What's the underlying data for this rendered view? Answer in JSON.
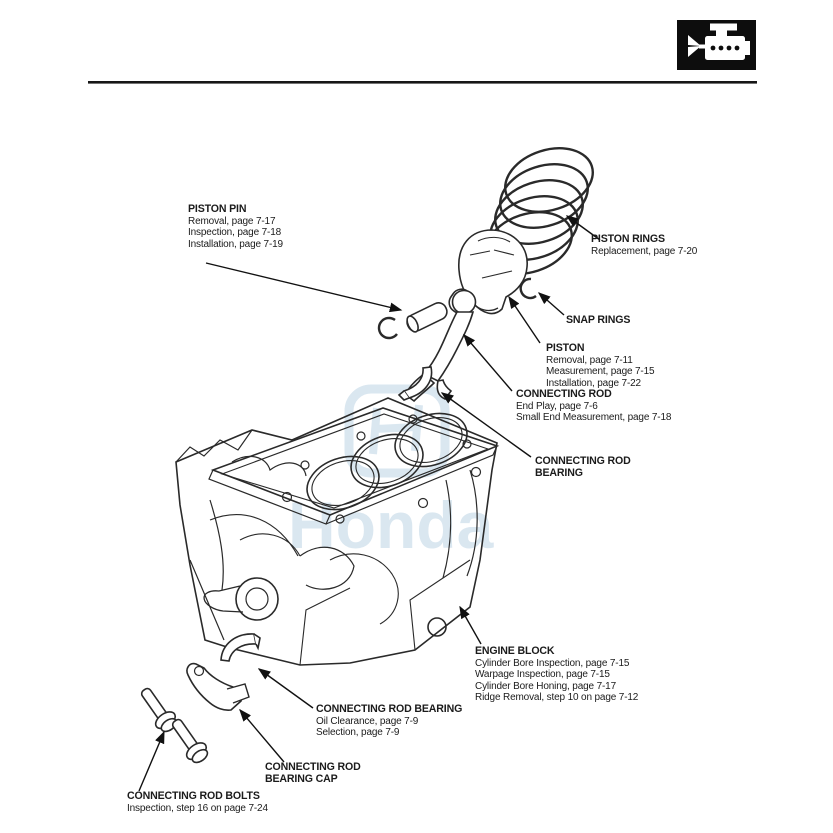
{
  "header": {
    "icon_name": "engine-icon",
    "icon_bg": "#0d0d0d",
    "rule_color": "#161616"
  },
  "watermark": {
    "text": "Honda",
    "color": "#b7d0e2"
  },
  "diagram": {
    "line_color": "#2a2a2a",
    "arrow_color": "#111111",
    "parts": [
      "piston-rings",
      "piston",
      "snap-ring-right",
      "snap-ring-left",
      "piston-pin",
      "connecting-rod",
      "connecting-rod-bearing-upper",
      "engine-block",
      "connecting-rod-bearing-lower",
      "connecting-rod-bearing-cap",
      "connecting-rod-bolts"
    ]
  },
  "callouts": {
    "piston_pin": {
      "title": "PISTON PIN",
      "lines": [
        "Removal, page 7-17",
        "Inspection, page 7-18",
        "Installation, page 7-19"
      ]
    },
    "piston_rings": {
      "title": "PISTON RINGS",
      "lines": [
        "Replacement, page 7-20"
      ]
    },
    "snap_rings": {
      "title": "SNAP RINGS",
      "lines": []
    },
    "piston": {
      "title": "PISTON",
      "lines": [
        "Removal, page 7-11",
        "Measurement, page 7-15",
        "Installation, page 7-22"
      ]
    },
    "connecting_rod": {
      "title": "CONNECTING ROD",
      "lines": [
        "End Play, page 7-6",
        "Small End Measurement, page 7-18"
      ]
    },
    "connecting_rod_bearing_upper": {
      "title": "CONNECTING ROD BEARING",
      "lines": []
    },
    "engine_block": {
      "title": "ENGINE BLOCK",
      "lines": [
        "Cylinder Bore Inspection, page 7-15",
        "Warpage Inspection, page 7-15",
        "Cylinder Bore Honing, page 7-17",
        "Ridge Removal, step 10 on page 7-12"
      ]
    },
    "connecting_rod_bearing_lower": {
      "title": "CONNECTING ROD BEARING",
      "lines": [
        "Oil Clearance, page 7-9",
        "Selection, page 7-9"
      ]
    },
    "connecting_rod_bearing_cap": {
      "title": "CONNECTING ROD BEARING CAP",
      "lines": []
    },
    "connecting_rod_bolts": {
      "title": "CONNECTING ROD BOLTS",
      "lines": [
        "Inspection, step 16 on page 7-24"
      ]
    }
  }
}
